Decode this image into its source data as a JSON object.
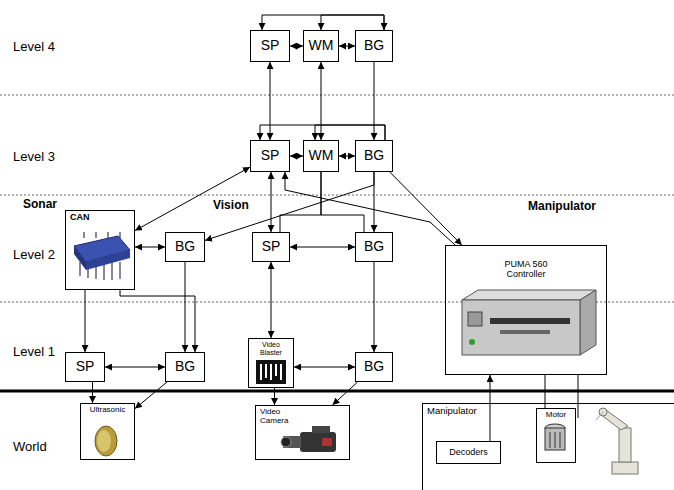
{
  "diagram": {
    "nodes": [
      {
        "text": [
          "SP"
        ]
      },
      {
        "text": [
          "WM"
        ]
      },
      {
        "text": [
          "BG"
        ]
      },
      {
        "text": [
          "SP"
        ]
      },
      {
        "text": [
          "WM"
        ]
      },
      {
        "text": [
          "BG"
        ]
      },
      {
        "text": [
          "CAN"
        ]
      },
      {
        "text": [
          "BG"
        ]
      },
      {
        "text": [
          "SP"
        ]
      },
      {
        "text": [
          "BG"
        ]
      },
      {
        "text": [
          "PUMA 560 Controller"
        ]
      },
      {
        "text": [
          "SP"
        ]
      },
      {
        "text": [
          "BG"
        ]
      },
      {
        "text": [
          "Video Blaster"
        ]
      },
      {
        "text": [
          "BG"
        ]
      },
      {
        "text": [
          "Ultrasonic"
        ]
      },
      {
        "text": [
          "Video Camera"
        ]
      },
      {
        "text": [
          "Manipulator"
        ]
      },
      {
        "text": [
          "Decoders"
        ],
        "in": 17
      },
      {
        "text": [
          "Motor"
        ],
        "in": 17
      }
    ],
    "edges": [
      {
        "from": 0,
        "to": 1,
        "arrow": "both"
      },
      {
        "from": 1,
        "to": 2,
        "arrow": "both"
      },
      {
        "from": 0,
        "to": 2,
        "arrow": "both"
      },
      {
        "from": 2,
        "to": 1,
        "arrow": "to"
      },
      {
        "from": 0,
        "to": 3,
        "arrow": "both"
      },
      {
        "from": 1,
        "to": 4,
        "arrow": "both"
      },
      {
        "from": 2,
        "to": 5,
        "arrow": "to"
      },
      {
        "from": 3,
        "to": 4,
        "arrow": "both"
      },
      {
        "from": 4,
        "to": 5,
        "arrow": "both"
      },
      {
        "from": 5,
        "to": 3,
        "arrow": "to"
      },
      {
        "from": 5,
        "to": 4,
        "arrow": "to"
      },
      {
        "from": 6,
        "to": 3,
        "arrow": "both"
      },
      {
        "from": 5,
        "to": 7,
        "arrow": "to"
      },
      {
        "from": 8,
        "to": 3,
        "arrow": "both"
      },
      {
        "from": 5,
        "to": 9,
        "arrow": "to"
      },
      {
        "from": 4,
        "to": 8,
        "arrow": "none"
      },
      {
        "from": 4,
        "to": 9,
        "arrow": "none"
      },
      {
        "from": 5,
        "to": 10,
        "arrow": "to"
      },
      {
        "from": 10,
        "to": 3,
        "arrow": "to"
      },
      {
        "from": 6,
        "to": 7,
        "arrow": "both"
      },
      {
        "from": 6,
        "to": 11,
        "arrow": "to"
      },
      {
        "from": 6,
        "to": 12,
        "arrow": "to"
      },
      {
        "from": 7,
        "to": 12,
        "arrow": "to"
      },
      {
        "from": 11,
        "to": 12,
        "arrow": "both"
      },
      {
        "from": 8,
        "to": 9,
        "arrow": "both"
      },
      {
        "from": 8,
        "to": 13,
        "arrow": "both"
      },
      {
        "from": 9,
        "to": 14,
        "arrow": "to"
      },
      {
        "from": 13,
        "to": 14,
        "arrow": "both"
      },
      {
        "from": 11,
        "to": 15,
        "arrow": "to"
      },
      {
        "from": 12,
        "to": 15,
        "arrow": "to"
      },
      {
        "from": 13,
        "to": 16,
        "arrow": "to"
      },
      {
        "from": 14,
        "to": 16,
        "arrow": "to"
      },
      {
        "from": 18,
        "to": 10,
        "arrow": "to"
      },
      {
        "from": 10,
        "to": 19,
        "arrow": "none"
      }
    ],
    "labels": [
      "Level 4",
      "Level 3",
      "Sonar",
      "Vision",
      "Manipulator",
      "Level 2",
      "Level 1",
      "World"
    ]
  }
}
